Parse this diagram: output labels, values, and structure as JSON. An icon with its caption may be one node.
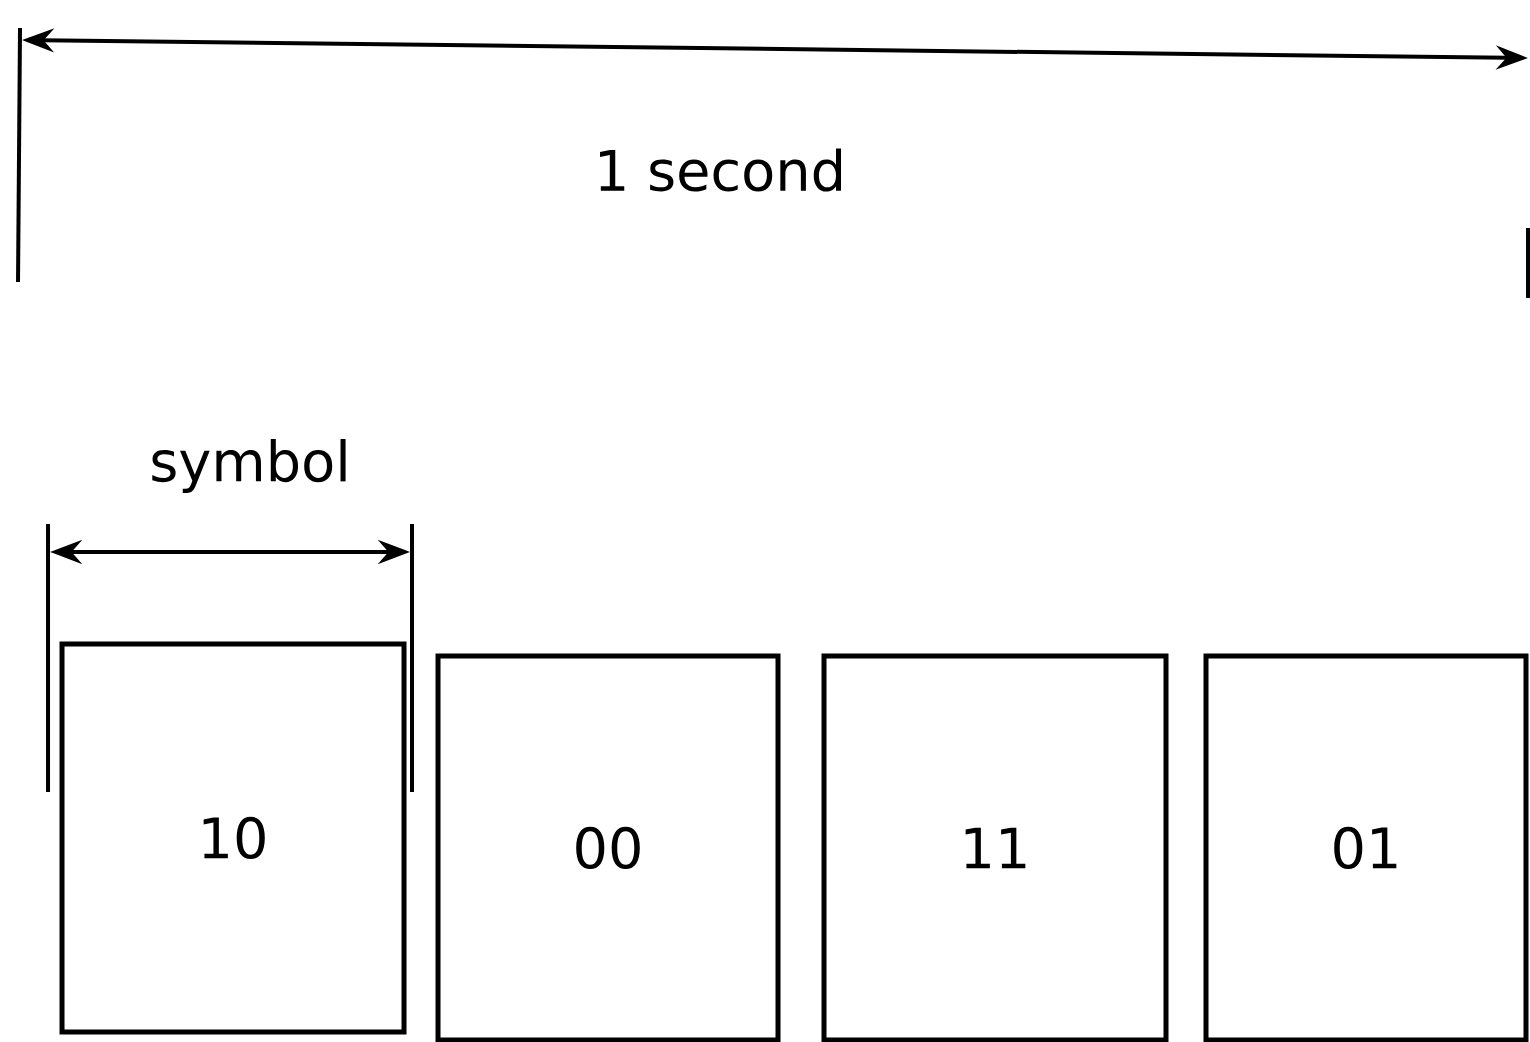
{
  "diagram": {
    "nodes": [
      {
        "text": [
          "10"
        ]
      },
      {
        "text": [
          "00"
        ]
      },
      {
        "text": [
          "11"
        ]
      },
      {
        "text": [
          "01"
        ]
      }
    ],
    "labels": [
      "1 second",
      "symbol"
    ]
  }
}
